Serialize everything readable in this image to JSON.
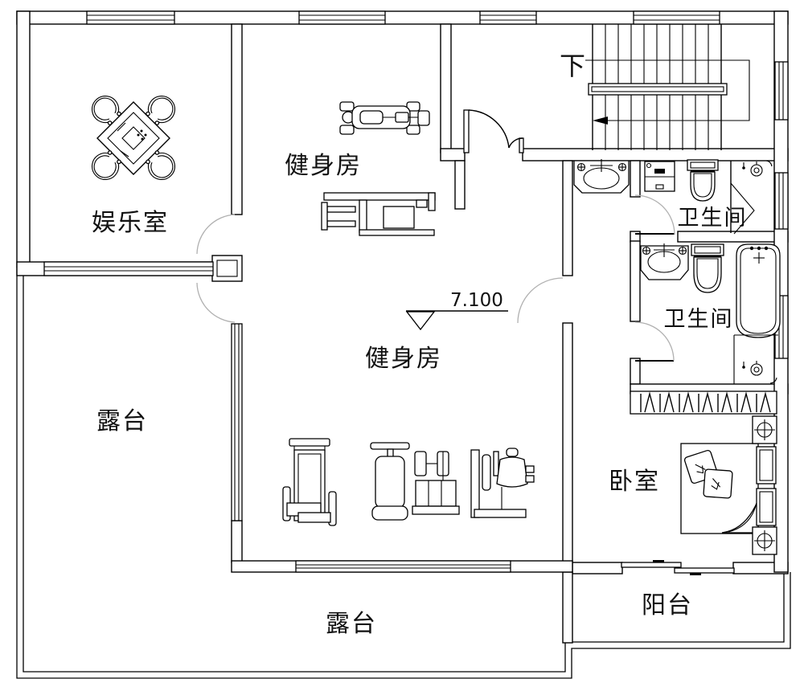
{
  "meta": {
    "drawing_type": "residential floor plan (second storey)"
  },
  "colors": {
    "background": "#ffffff",
    "line": "#000000",
    "door_arc": "#b0b0b0"
  },
  "rooms": {
    "entertainment": {
      "label": "娱乐室"
    },
    "gym_upper": {
      "label": "健身房"
    },
    "gym_main": {
      "label": "健身房"
    },
    "bathroom_upper": {
      "label": "卫生间"
    },
    "bathroom_lower": {
      "label": "卫生间"
    },
    "bedroom": {
      "label": "卧室"
    },
    "terrace_west": {
      "label": "露台"
    },
    "terrace_south": {
      "label": "露台"
    },
    "balcony": {
      "label": "阳台"
    }
  },
  "annotations": {
    "stairs_direction": {
      "label": "下"
    },
    "elevation": {
      "value": "7.100"
    }
  }
}
